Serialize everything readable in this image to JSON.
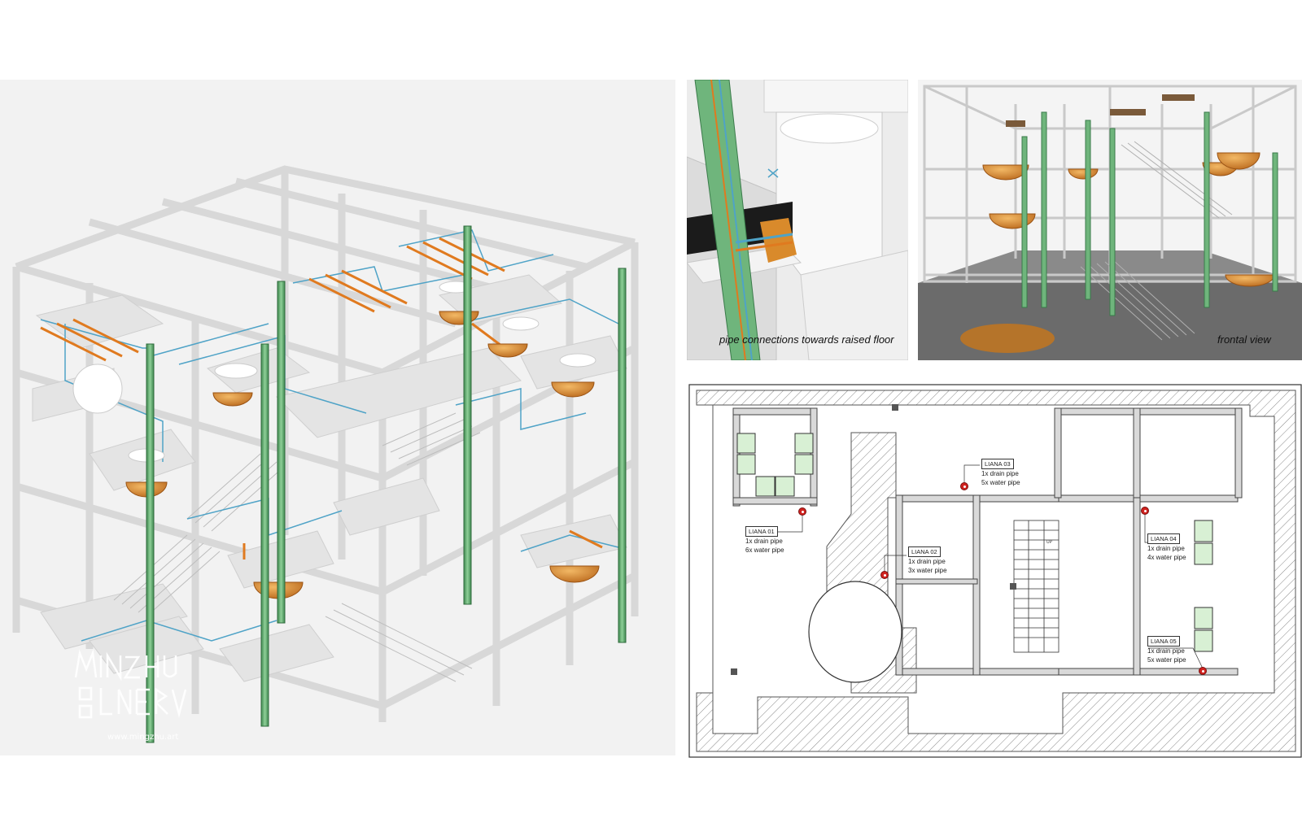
{
  "panels": {
    "detail_caption": "pipe connections towards raised floor",
    "frontal_caption": "frontal view"
  },
  "watermark": {
    "url": "www.mingzhu.art"
  },
  "plan": {
    "lianas": [
      {
        "id": "LIANA 01",
        "drain": "1x drain pipe",
        "water": "6x water pipe"
      },
      {
        "id": "LIANA 02",
        "drain": "1x drain pipe",
        "water": "3x water pipe"
      },
      {
        "id": "LIANA 03",
        "drain": "1x drain pipe",
        "water": "5x water pipe"
      },
      {
        "id": "LIANA 04",
        "drain": "1x drain pipe",
        "water": "4x water pipe"
      },
      {
        "id": "LIANA 05",
        "drain": "1x drain pipe",
        "water": "5x water pipe"
      }
    ],
    "stair_label": "UP"
  },
  "colors": {
    "pipe_green": "#5aa66a",
    "water_blue": "#4fa3c7",
    "drain_orange": "#e07a1f",
    "bowl_orange": "#d98a2b",
    "frame_grey": "#d6d6d6"
  }
}
